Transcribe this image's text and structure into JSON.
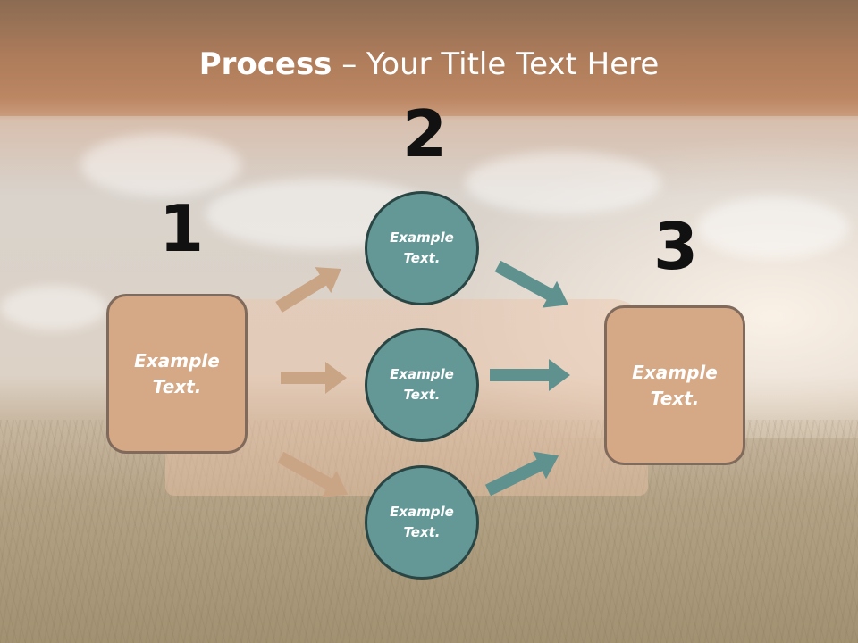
{
  "slide": {
    "title_bold": "Process",
    "title_rest": " – Your Title Text Here",
    "steps": [
      {
        "number": "1",
        "label": "Example\nText."
      },
      {
        "number": "2"
      },
      {
        "number": "3",
        "label": "Example\nText."
      }
    ],
    "circles": [
      {
        "label": "Example\nText."
      },
      {
        "label": "Example\nText."
      },
      {
        "label": "Example\nText."
      }
    ]
  },
  "colors": {
    "box_fill": "#d5a886",
    "box_border": "#7f6a5c",
    "circle_fill": "#649896",
    "circle_border": "#2a4644",
    "arrow_tan": "#caa585",
    "arrow_teal": "#5f918f"
  }
}
